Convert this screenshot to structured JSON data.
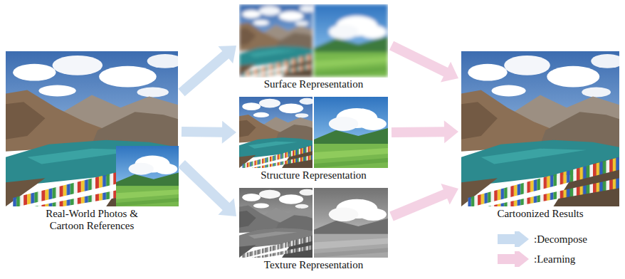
{
  "diagram": {
    "nodes": [
      {
        "text": [
          "Real-World Photos & Cartoon References"
        ]
      },
      {
        "text": [
          "Surface Representation"
        ]
      },
      {
        "text": [
          "Structure Representation"
        ]
      },
      {
        "text": [
          "Texture Representation"
        ]
      },
      {
        "text": [
          "Cartoonized Results"
        ]
      }
    ],
    "edges": [
      {
        "from": 0,
        "to": 1,
        "arrow": "to"
      },
      {
        "from": 0,
        "to": 2,
        "arrow": "to"
      },
      {
        "from": 0,
        "to": 3,
        "arrow": "to"
      },
      {
        "from": 1,
        "to": 4,
        "arrow": "to"
      },
      {
        "from": 2,
        "to": 4,
        "arrow": "to"
      },
      {
        "from": 3,
        "to": 4,
        "arrow": "to"
      }
    ],
    "legend": [
      {
        "text": ":Decompose"
      },
      {
        "text": ":Learning"
      }
    ]
  }
}
